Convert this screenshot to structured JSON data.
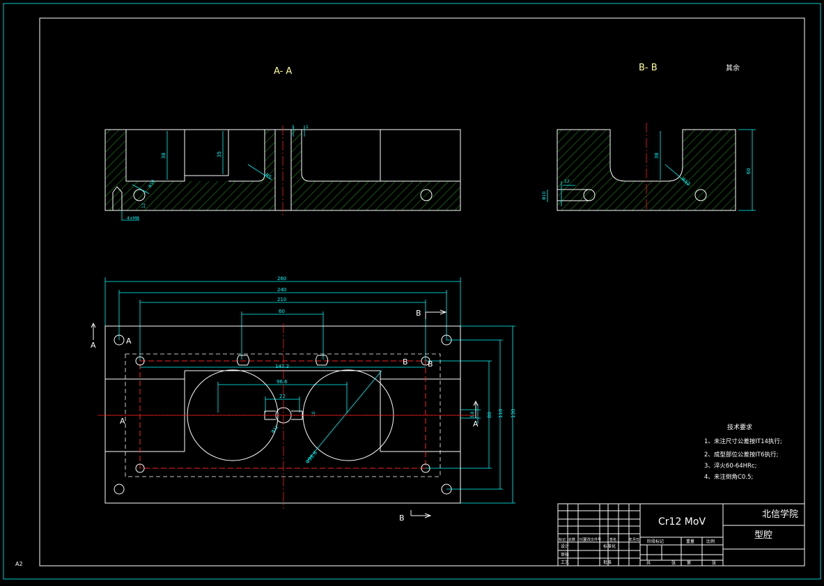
{
  "sheet_size": "A2",
  "views": {
    "section_aa_title": "A- A",
    "section_bb_title": "B- B",
    "roughness_note": "其余"
  },
  "section_marks": {
    "a": "A",
    "b": "B"
  },
  "dimensions": {
    "aa_depth1": "38",
    "aa_depth2": "35",
    "aa_radius": "R5",
    "aa_small1": "12",
    "aa_small2": "Φ10",
    "aa_thread": "4×M8",
    "aa_top1": "1",
    "aa_top2": "1",
    "bb_width": "12",
    "bb_dia": "Φ10",
    "bb_depth": "38",
    "bb_radius": "R12",
    "bb_height": "60",
    "plan_260": "260",
    "plan_240": "240",
    "plan_210": "210",
    "plan_60": "60",
    "plan_1432": "143.2",
    "plan_966": "96.6",
    "plan_22": "22",
    "plan_dia12": "Φ12",
    "plan_dia96": "Φ96.6",
    "plan_side_small": "3.8",
    "plan_80": "80",
    "plan_110": "110",
    "plan_130": "130",
    "plan_small10": "10"
  },
  "technical_requirements": {
    "heading": "技术要求",
    "items": [
      "1、未注尺寸公差按IT14执行;",
      "2、成型部位公差按IT6执行;",
      "3、淬火60-64HRc;",
      "4、未注倒角C0.5;"
    ]
  },
  "title_block": {
    "material": "Cr12 MoV",
    "school": "北信学院",
    "part_name": "型腔",
    "small_labels": {
      "mark": "标记",
      "count": "处数",
      "zone": "分区",
      "change_doc": "更改文件号",
      "signature": "签名",
      "date_col": "年月日",
      "designer": "设计",
      "standardize": "标准化",
      "stage_mark": "阶段标记",
      "weight": "重量",
      "scale": "比例",
      "review": "审核",
      "process": "工艺",
      "approve": "批准",
      "total": "共",
      "sheets": "张",
      "sheet_no": "第",
      "sheet_unit": "张"
    }
  }
}
